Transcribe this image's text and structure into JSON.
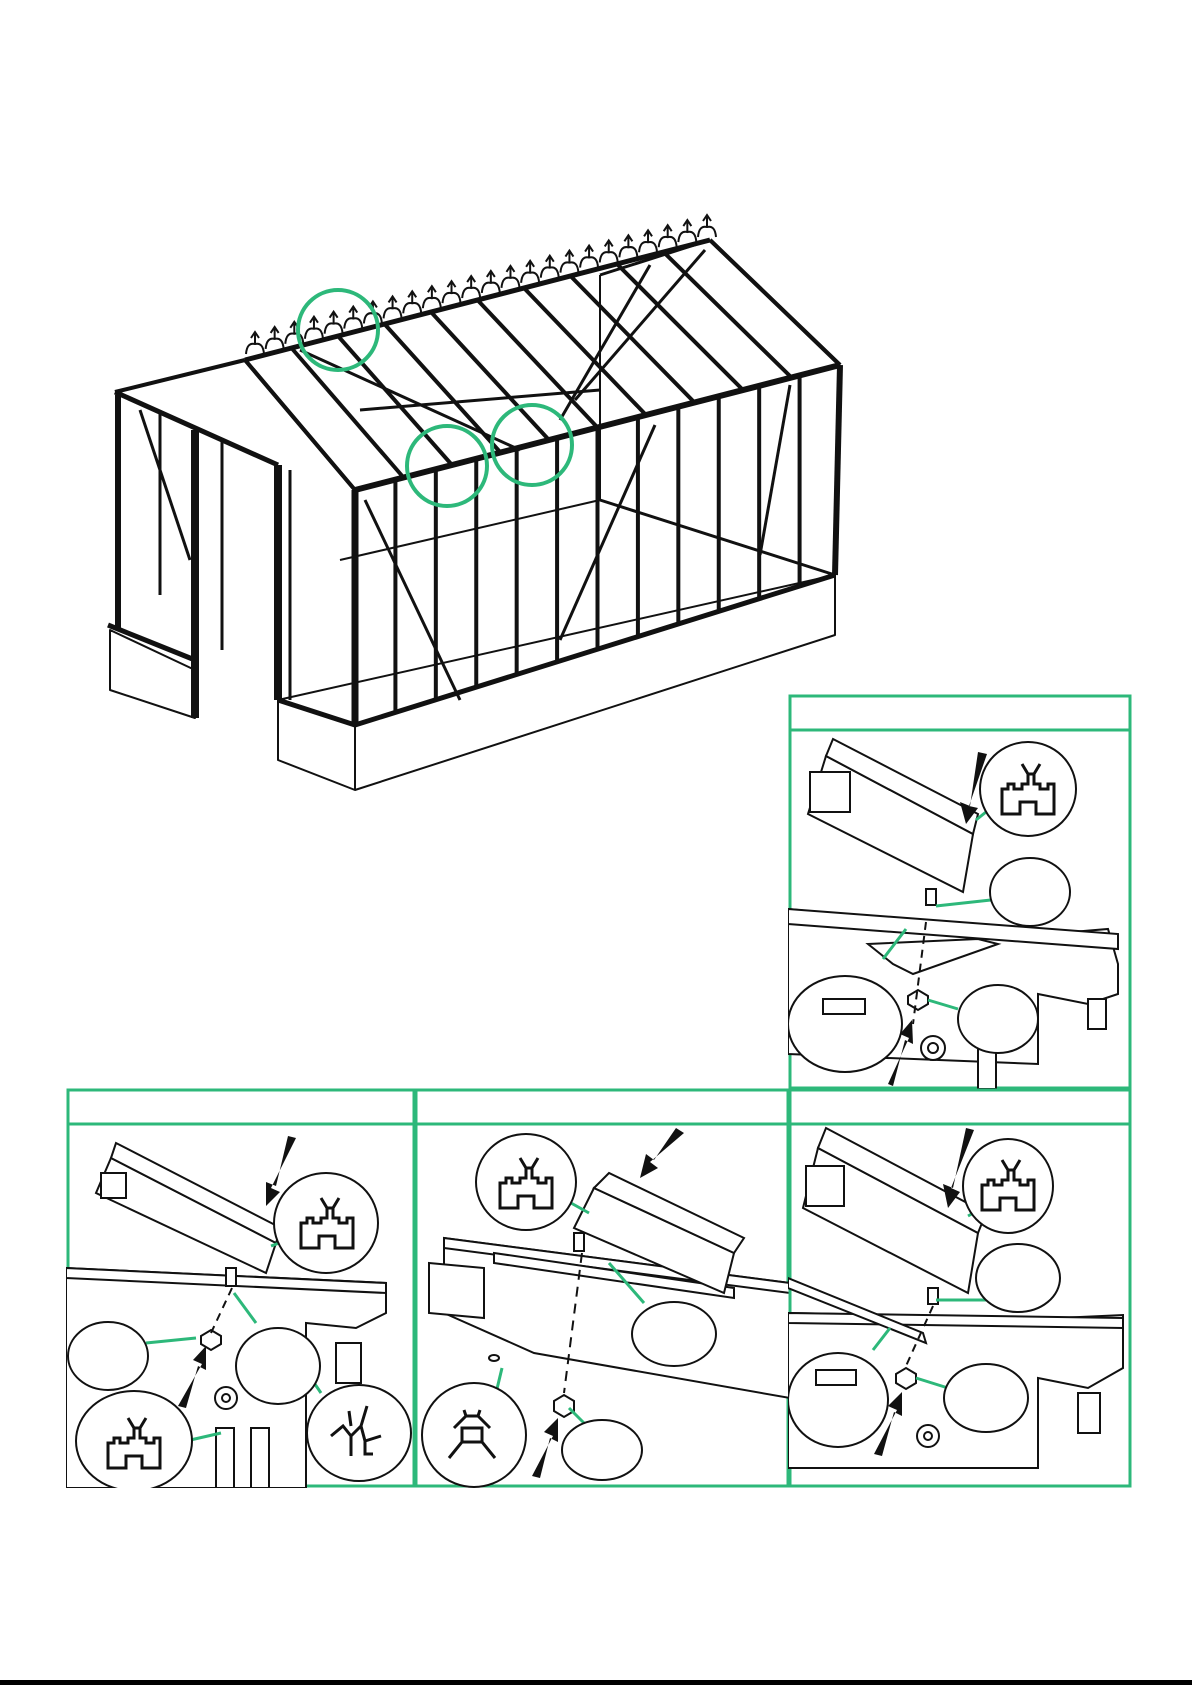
{
  "page": {
    "title": ""
  },
  "colors": {
    "accent": "#2db87a",
    "ink": "#111111",
    "fill": "#ffffff"
  },
  "icons": {
    "ridge_profile": "ridge-profile-icon",
    "gutter_profile": "gutter-profile-icon",
    "bolt": "bolt-icon",
    "nut": "nut-icon",
    "arrow": "arrow-icon"
  },
  "overview": {
    "callouts": 3
  },
  "panels": [
    {
      "id": "panel-a",
      "header": "",
      "labels": [
        "",
        ""
      ]
    },
    {
      "id": "panel-b",
      "header": "",
      "labels": [
        "",
        "",
        ""
      ]
    },
    {
      "id": "panel-c",
      "header": "",
      "labels": [
        "",
        ""
      ]
    },
    {
      "id": "panel-d",
      "header": "",
      "labels": [
        "",
        "",
        ""
      ]
    }
  ]
}
